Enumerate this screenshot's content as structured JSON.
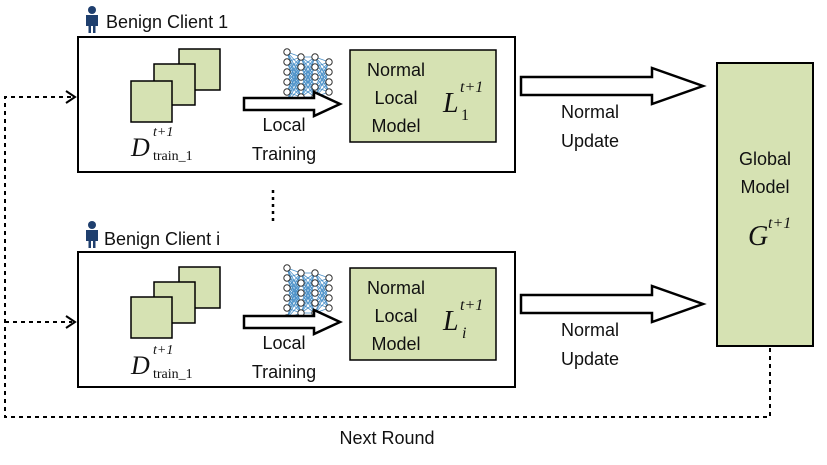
{
  "clients": [
    {
      "title": "Benign Client 1",
      "data_symbol": "D",
      "data_superscript": "t+1",
      "data_subscript": "train_1",
      "arrow_label_line1": "Local",
      "arrow_label_line2": "Training",
      "model_line1": "Normal",
      "model_line2": "Local",
      "model_line3": "Model",
      "model_symbol": "L",
      "model_superscript": "t+1",
      "model_subscript": "1",
      "update_line1": "Normal",
      "update_line2": "Update"
    },
    {
      "title": "Benign Client i",
      "data_symbol": "D",
      "data_superscript": "t+1",
      "data_subscript": "train_1",
      "arrow_label_line1": "Local",
      "arrow_label_line2": "Training",
      "model_line1": "Normal",
      "model_line2": "Local",
      "model_line3": "Model",
      "model_symbol": "L",
      "model_superscript": "t+1",
      "model_subscript": "i",
      "update_line1": "Normal",
      "update_line2": "Update"
    }
  ],
  "global_model": {
    "line1": "Global",
    "line2": "Model",
    "symbol": "G",
    "superscript": "t+1"
  },
  "next_round_label": "Next Round",
  "colors": {
    "model_fill": "#d6e2b3",
    "user_icon": "#1f3f6e",
    "network_node": "#ffffff",
    "network_edge": "#4a90c8"
  }
}
